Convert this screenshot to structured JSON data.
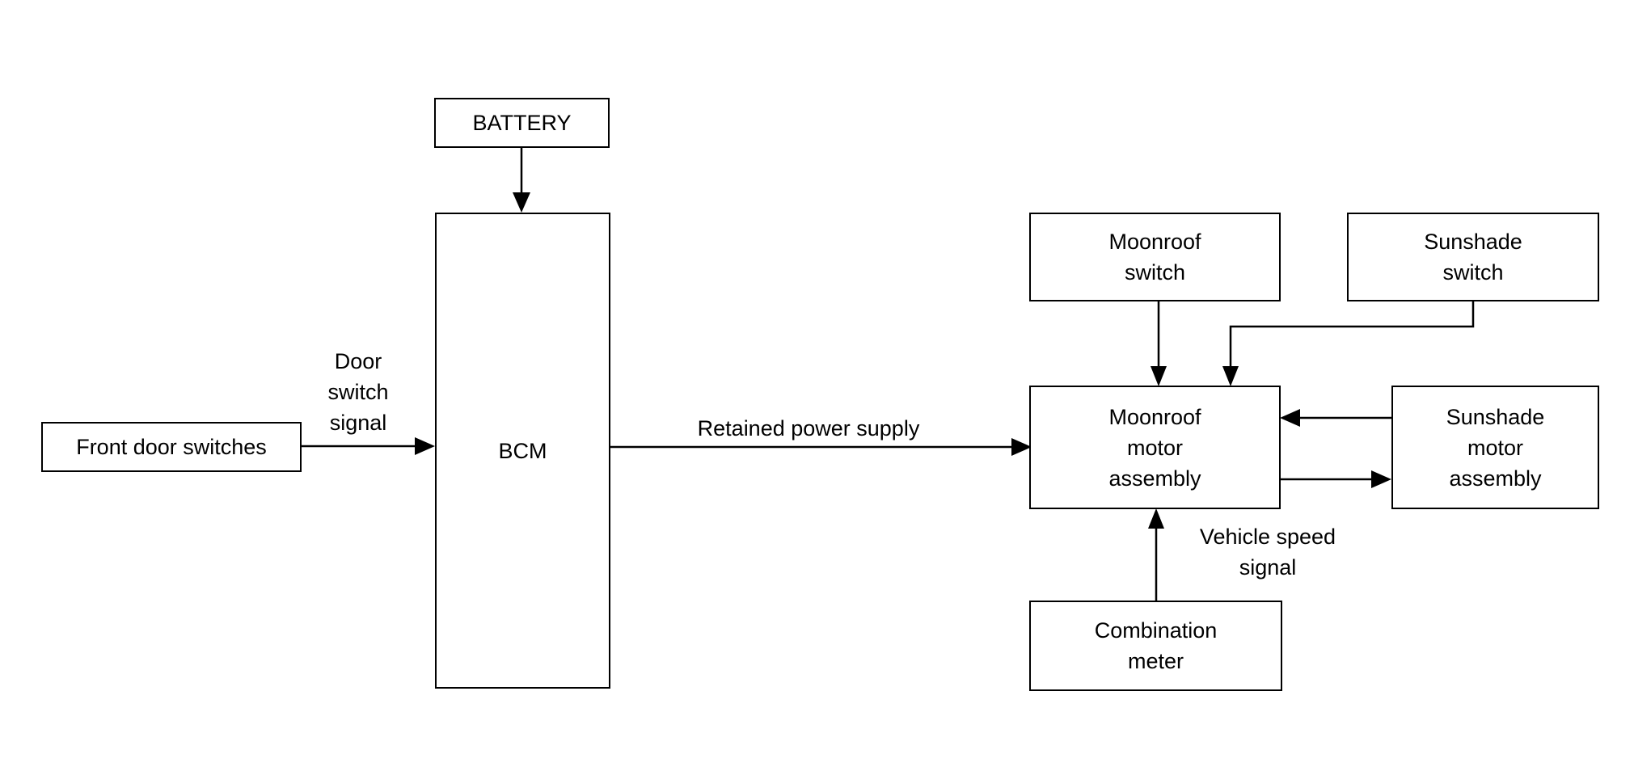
{
  "diagram": {
    "nodes": {
      "battery": {
        "label": "BATTERY"
      },
      "bcm": {
        "label": "BCM"
      },
      "front_door_switches": {
        "label": "Front door switches"
      },
      "moonroof_switch": {
        "label": "Moonroof\nswitch"
      },
      "sunshade_switch": {
        "label": "Sunshade\nswitch"
      },
      "moonroof_motor": {
        "label": "Moonroof\nmotor\nassembly"
      },
      "sunshade_motor": {
        "label": "Sunshade\nmotor\nassembly"
      },
      "combination_meter": {
        "label": "Combination\nmeter"
      }
    },
    "signals": {
      "door_switch": "Door\nswitch\nsignal",
      "retained_power": "Retained power supply",
      "vehicle_speed": "Vehicle speed\nsignal"
    },
    "edges": [
      {
        "from": "battery",
        "to": "bcm"
      },
      {
        "from": "front_door_switches",
        "to": "bcm",
        "label": "Door switch signal"
      },
      {
        "from": "bcm",
        "to": "moonroof_motor",
        "label": "Retained power supply"
      },
      {
        "from": "moonroof_switch",
        "to": "moonroof_motor"
      },
      {
        "from": "sunshade_switch",
        "to": "moonroof_motor"
      },
      {
        "from": "sunshade_motor",
        "to": "moonroof_motor"
      },
      {
        "from": "moonroof_motor",
        "to": "sunshade_motor"
      },
      {
        "from": "combination_meter",
        "to": "moonroof_motor",
        "label": "Vehicle speed signal"
      }
    ]
  }
}
